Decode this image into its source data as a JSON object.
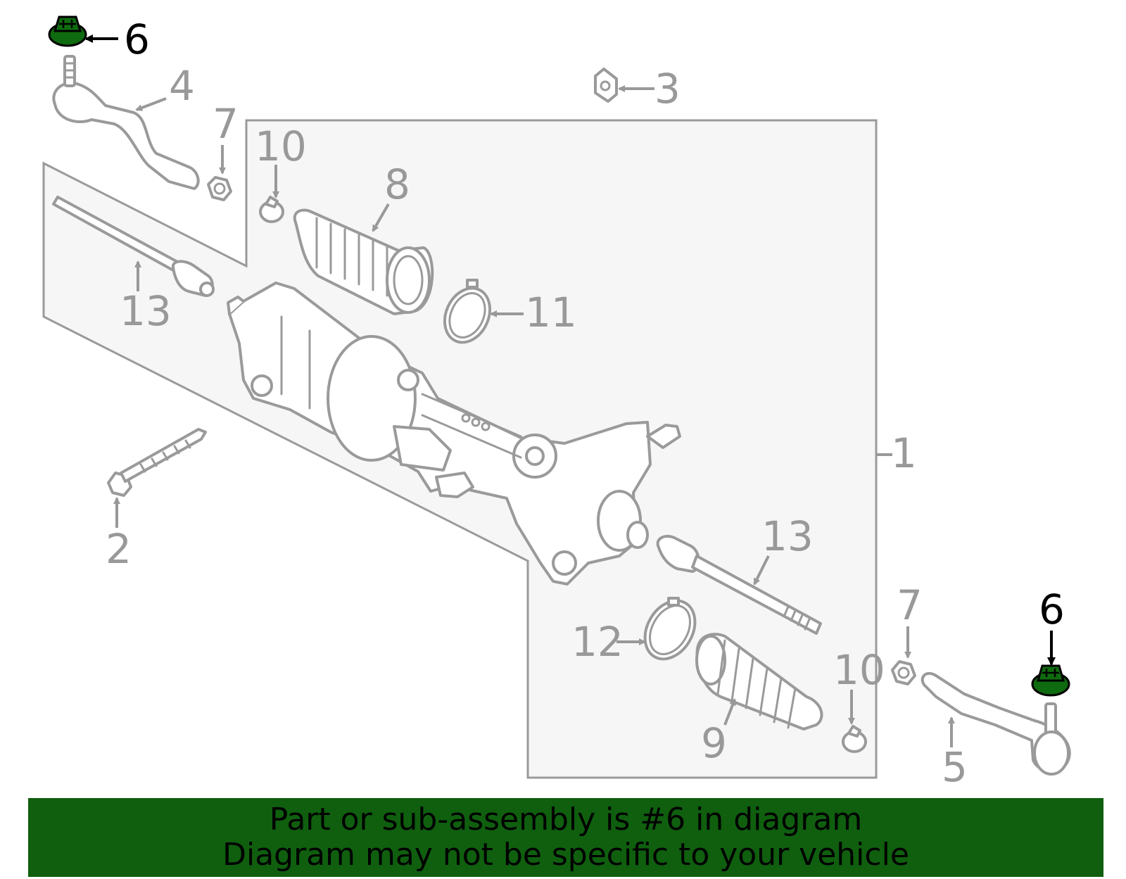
{
  "diagram": {
    "callouts": {
      "c1": "1",
      "c2": "2",
      "c3": "3",
      "c4": "4",
      "c5": "5",
      "c6a": "6",
      "c6b": "6",
      "c7a": "7",
      "c7b": "7",
      "c8": "8",
      "c9": "9",
      "c10a": "10",
      "c10b": "10",
      "c11": "11",
      "c12": "12",
      "c13a": "13",
      "c13b": "13"
    },
    "highlight_part": "6",
    "highlight_color": "#0f6b0f",
    "line_color": "#9a9a9a",
    "assembly_fill": "#f6f6f6"
  },
  "banner": {
    "line1": "Part or sub-assembly is #6 in diagram",
    "line2": "Diagram may not be specific to your vehicle",
    "background": "#0f5f0f"
  }
}
